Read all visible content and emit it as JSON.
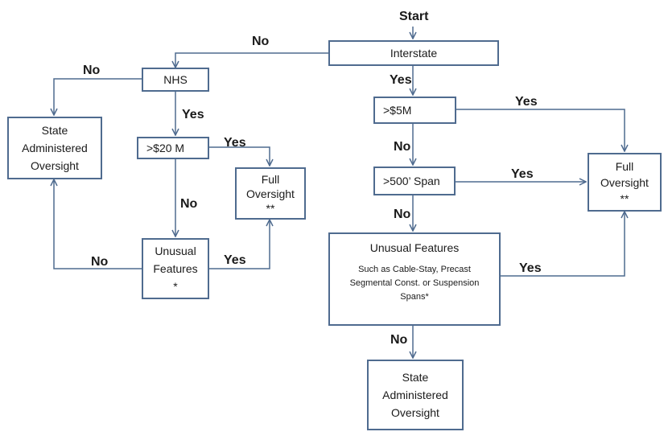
{
  "start": "Start",
  "nodes": {
    "interstate": "Interstate",
    "nhs": "NHS",
    "state_left": [
      "State",
      "Administered",
      "Oversight"
    ],
    "gt20m": ">$20 M",
    "full_mid": [
      "Full",
      "Oversight",
      "**"
    ],
    "unusual_left": [
      "Unusual",
      "Features",
      "*"
    ],
    "gt5m": ">$5M",
    "gt500": ">500’ Span",
    "full_right": [
      "Full",
      "Oversight",
      "**"
    ],
    "unusual_right_title": "Unusual Features",
    "unusual_right_detail": [
      "Such as Cable-Stay, Precast",
      "Segmental Const. or Suspension",
      "Spans*"
    ],
    "state_bottom": [
      "State",
      "Administered",
      "Oversight"
    ]
  },
  "labels": {
    "interstate_no": "No",
    "interstate_yes": "Yes",
    "nhs_no": "No",
    "nhs_yes": "Yes",
    "gt20m_yes": "Yes",
    "gt20m_no": "No",
    "unusual_left_no": "No",
    "unusual_left_yes": "Yes",
    "gt5m_yes": "Yes",
    "gt5m_no": "No",
    "gt500_yes": "Yes",
    "gt500_no": "No",
    "unusual_right_yes": "Yes",
    "unusual_right_no": "No"
  },
  "colors": {
    "box_border": "#4f6b8f",
    "connector": "#4f6b8f",
    "text": "#1a1a1a"
  }
}
